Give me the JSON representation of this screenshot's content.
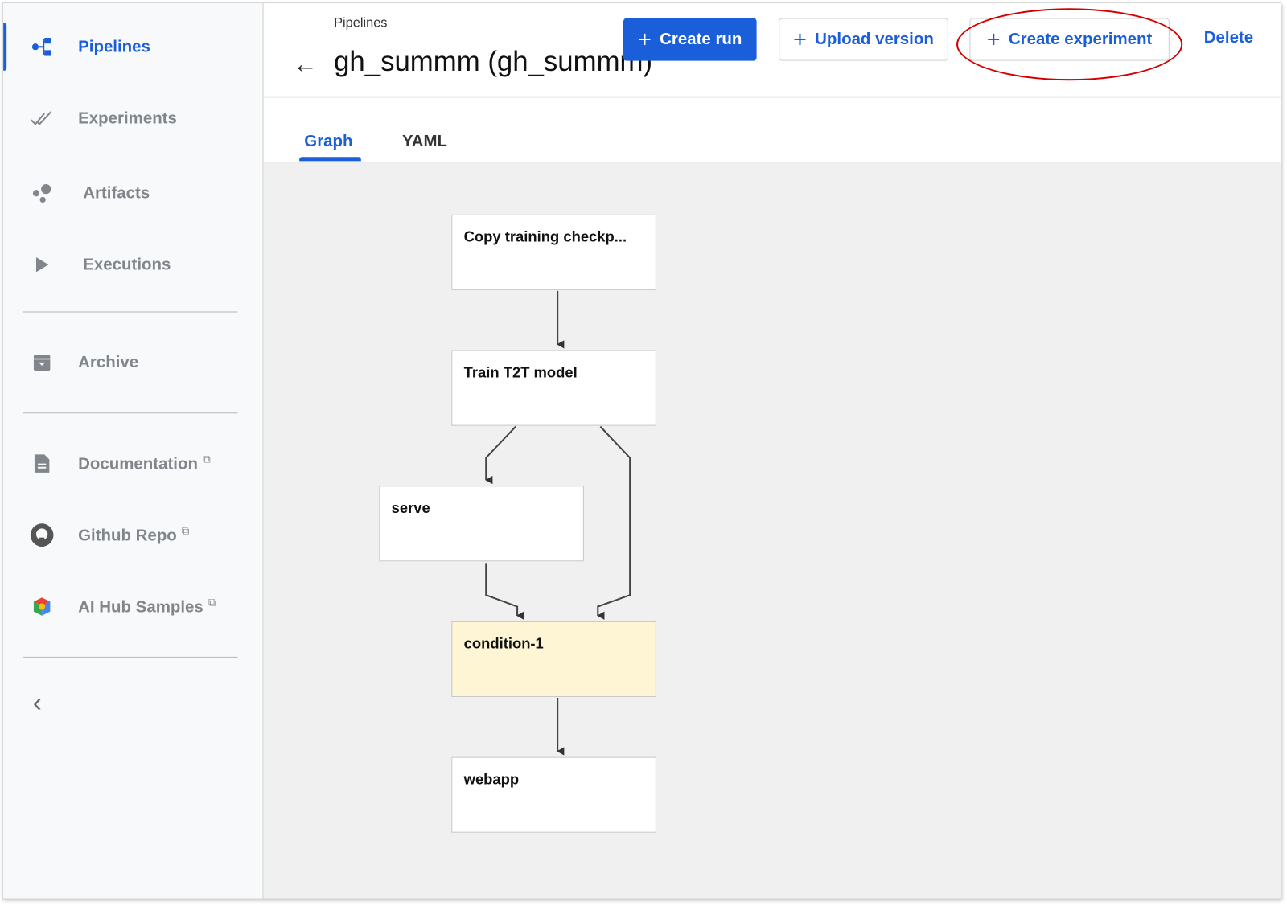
{
  "sidebar": {
    "items": [
      {
        "label": "Pipelines",
        "icon": "pipelines-icon",
        "active": true
      },
      {
        "label": "Experiments",
        "icon": "double-check-icon"
      },
      {
        "label": "Artifacts",
        "icon": "artifacts-icon"
      },
      {
        "label": "Executions",
        "icon": "play-icon"
      },
      {
        "label": "Archive",
        "icon": "archive-icon"
      },
      {
        "label": "Documentation",
        "icon": "document-icon",
        "external": true
      },
      {
        "label": "Github Repo",
        "icon": "github-icon",
        "external": true
      },
      {
        "label": "AI Hub Samples",
        "icon": "ai-hub-icon",
        "external": true
      }
    ],
    "external_glyph": "⧉",
    "collapse_glyph": "‹"
  },
  "header": {
    "breadcrumb": "Pipelines",
    "back_glyph": "←",
    "title": "gh_summm (gh_summm)",
    "buttons": {
      "create_run": "Create run",
      "upload_version": "Upload version",
      "create_experiment": "Create experiment",
      "delete": "Delete"
    },
    "plus_glyph": "+"
  },
  "tabs": [
    {
      "label": "Graph",
      "active": true
    },
    {
      "label": "YAML"
    }
  ],
  "graph": {
    "nodes": [
      {
        "label": "Copy training checkp..."
      },
      {
        "label": "Train T2T model"
      },
      {
        "label": "serve"
      },
      {
        "label": "condition-1",
        "type": "condition"
      },
      {
        "label": "webapp"
      }
    ]
  },
  "colors": {
    "accent": "#1a5fd9",
    "condition_node": "#fdf5d4",
    "annotation": "#d40000"
  }
}
